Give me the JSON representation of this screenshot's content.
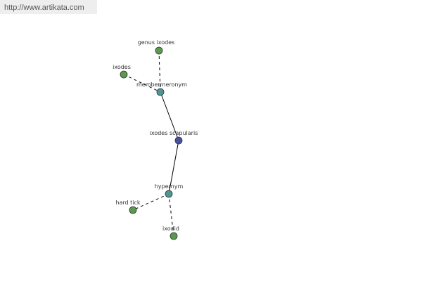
{
  "source_url": "http://www.artikata.com",
  "colors": {
    "leaf": "#5a9a4c",
    "relation": "#4f9692",
    "center": "#4a4f9e",
    "edge": "#000000",
    "node_stroke": "#333333"
  },
  "nodes": [
    {
      "id": "genus",
      "label": "genus ixodes",
      "kind": "leaf"
    },
    {
      "id": "ixodes",
      "label": "ixodes",
      "kind": "leaf"
    },
    {
      "id": "member",
      "label": "membermeronym",
      "kind": "relation"
    },
    {
      "id": "center",
      "label": "ixodes scapularis",
      "kind": "center"
    },
    {
      "id": "hyper",
      "label": "hypernym",
      "kind": "relation"
    },
    {
      "id": "hardtick",
      "label": "hard tick",
      "kind": "leaf"
    },
    {
      "id": "ixodid",
      "label": "ixodid",
      "kind": "leaf"
    }
  ],
  "edges": [
    {
      "from": "genus",
      "to": "member",
      "style": "dashed"
    },
    {
      "from": "ixodes",
      "to": "member",
      "style": "dashed"
    },
    {
      "from": "member",
      "to": "center",
      "style": "solid"
    },
    {
      "from": "center",
      "to": "hyper",
      "style": "solid"
    },
    {
      "from": "hyper",
      "to": "hardtick",
      "style": "dashed"
    },
    {
      "from": "hyper",
      "to": "ixodid",
      "style": "dashed"
    }
  ]
}
